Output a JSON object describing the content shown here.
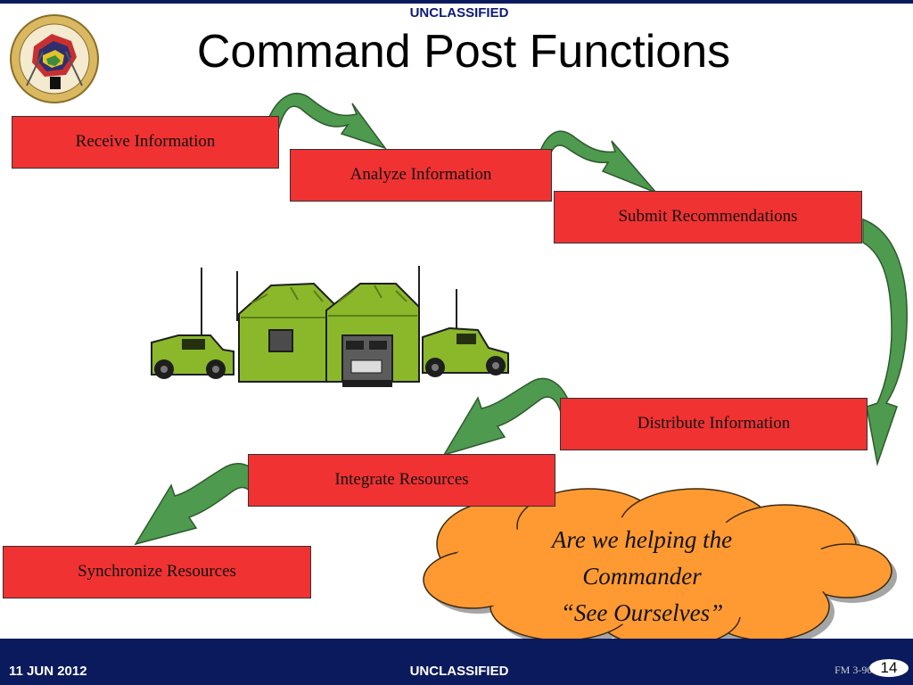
{
  "header": {
    "classification": "UNCLASSIFIED",
    "title": "Command Post Functions"
  },
  "steps": [
    {
      "label": "Receive Information"
    },
    {
      "label": "Analyze Information"
    },
    {
      "label": "Submit Recommendations"
    },
    {
      "label": "Distribute Information"
    },
    {
      "label": "Integrate Resources"
    },
    {
      "label": "Synchronize Resources"
    }
  ],
  "cloud": {
    "line1": "Are we helping the",
    "line2": "Commander",
    "line3": "“See Ourselves”"
  },
  "footer": {
    "date": "11 JUN 2012",
    "classification": "UNCLASSIFIED",
    "reference": "FM 3-90.6",
    "page": "14"
  },
  "colors": {
    "box_fill": "#f03232",
    "arrow": "#4e9a4e",
    "cloud": "#ff9a33",
    "banner": "#0a1a5c",
    "vehicle": "#8ab82a"
  },
  "icons": {
    "emblem": "unit-crest-icon",
    "vehicles": "command-post-vehicles-icon"
  }
}
